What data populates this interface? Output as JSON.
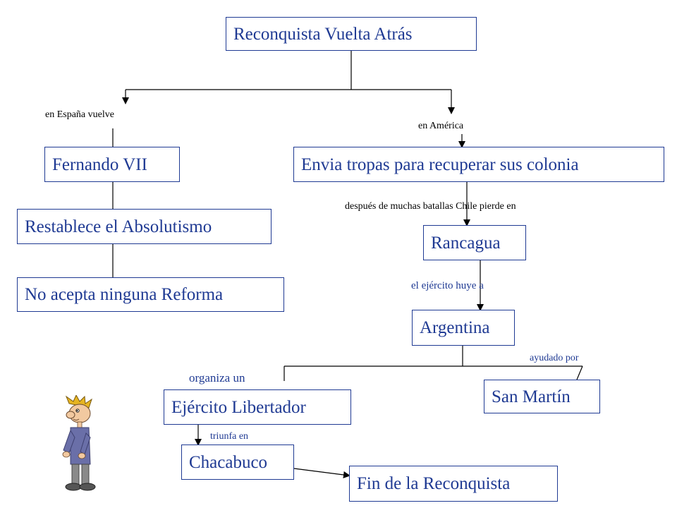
{
  "nodes": {
    "reconquista": "Reconquista  Vuelta Atrás",
    "fernando": "Fernando VII",
    "restablece": "Restablece el Absolutismo",
    "no_acepta": "No acepta ninguna Reforma",
    "envia": "Envia tropas para recuperar sus colonia",
    "rancagua": "Rancagua",
    "argentina": "Argentina",
    "san_martin": "San Martín",
    "ejercito": "Ejército Libertador",
    "chacabuco": "Chacabuco",
    "fin": "Fin de la Reconquista"
  },
  "labels": {
    "espana": "en España vuelve",
    "america": "en América",
    "despues": "después de muchas batallas Chile pierde en",
    "huye": "el ejército huye a",
    "ayudado": "ayudado por",
    "organiza": "organiza un",
    "triunfa": "triunfa en"
  },
  "colors": {
    "node_text": "#1f3a93",
    "node_border": "#1f3a93",
    "lines": "#000000"
  },
  "illustration": "cartoon-thinking-man"
}
